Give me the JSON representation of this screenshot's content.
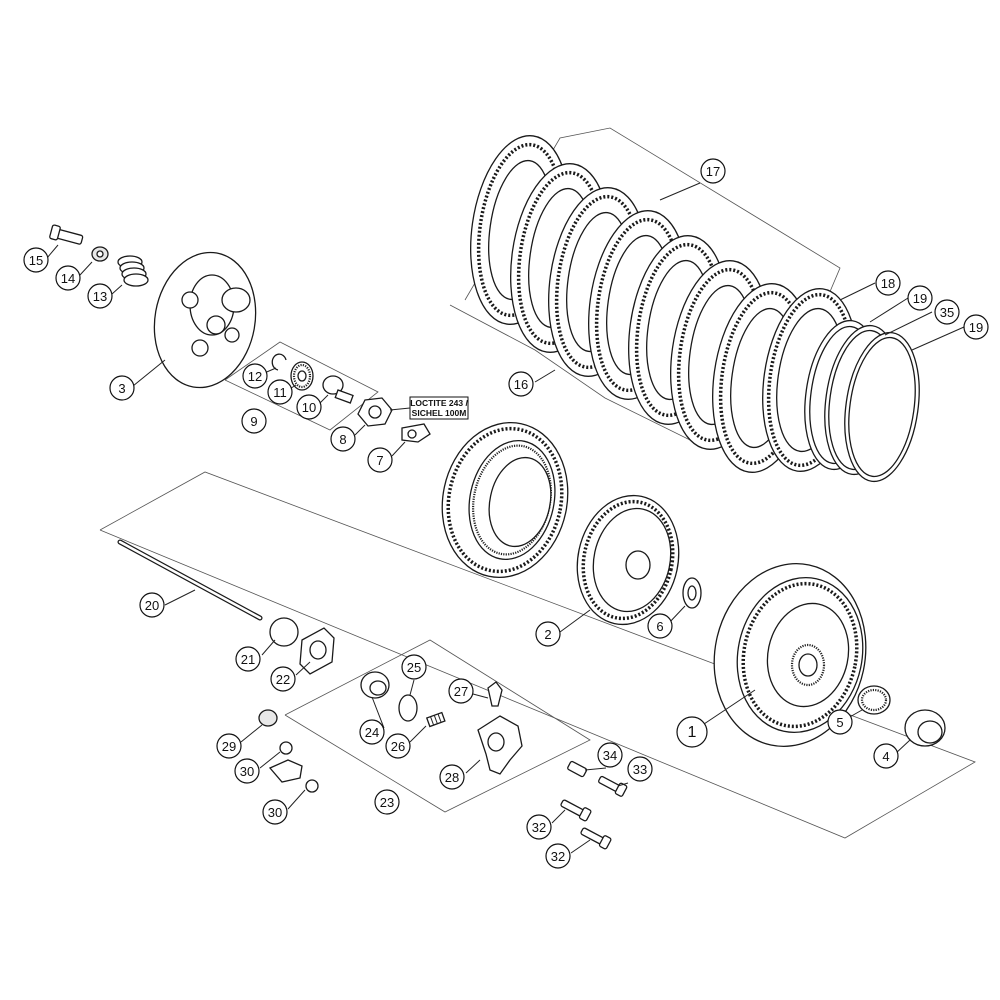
{
  "diagram": {
    "callouts": [
      {
        "id": "c1",
        "label": "1"
      },
      {
        "id": "c2",
        "label": "2"
      },
      {
        "id": "c3",
        "label": "3"
      },
      {
        "id": "c4",
        "label": "4"
      },
      {
        "id": "c5",
        "label": "5"
      },
      {
        "id": "c6",
        "label": "6"
      },
      {
        "id": "c7",
        "label": "7"
      },
      {
        "id": "c8",
        "label": "8"
      },
      {
        "id": "c9",
        "label": "9"
      },
      {
        "id": "c10",
        "label": "10"
      },
      {
        "id": "c11",
        "label": "11"
      },
      {
        "id": "c12",
        "label": "12"
      },
      {
        "id": "c13",
        "label": "13"
      },
      {
        "id": "c14",
        "label": "14"
      },
      {
        "id": "c15",
        "label": "15"
      },
      {
        "id": "c16",
        "label": "16"
      },
      {
        "id": "c17",
        "label": "17"
      },
      {
        "id": "c18",
        "label": "18"
      },
      {
        "id": "c19a",
        "label": "19"
      },
      {
        "id": "c19b",
        "label": "19"
      },
      {
        "id": "c20",
        "label": "20"
      },
      {
        "id": "c21",
        "label": "21"
      },
      {
        "id": "c22",
        "label": "22"
      },
      {
        "id": "c23",
        "label": "23"
      },
      {
        "id": "c24",
        "label": "24"
      },
      {
        "id": "c25",
        "label": "25"
      },
      {
        "id": "c26",
        "label": "26"
      },
      {
        "id": "c27",
        "label": "27"
      },
      {
        "id": "c28",
        "label": "28"
      },
      {
        "id": "c29",
        "label": "29"
      },
      {
        "id": "c30a",
        "label": "30"
      },
      {
        "id": "c30b",
        "label": "30"
      },
      {
        "id": "c32a",
        "label": "32"
      },
      {
        "id": "c32b",
        "label": "32"
      },
      {
        "id": "c33",
        "label": "33"
      },
      {
        "id": "c34",
        "label": "34"
      },
      {
        "id": "c35",
        "label": "35"
      }
    ],
    "note": {
      "line1": "LOCTITE 243 /",
      "line2": "SICHEL 100M"
    }
  }
}
